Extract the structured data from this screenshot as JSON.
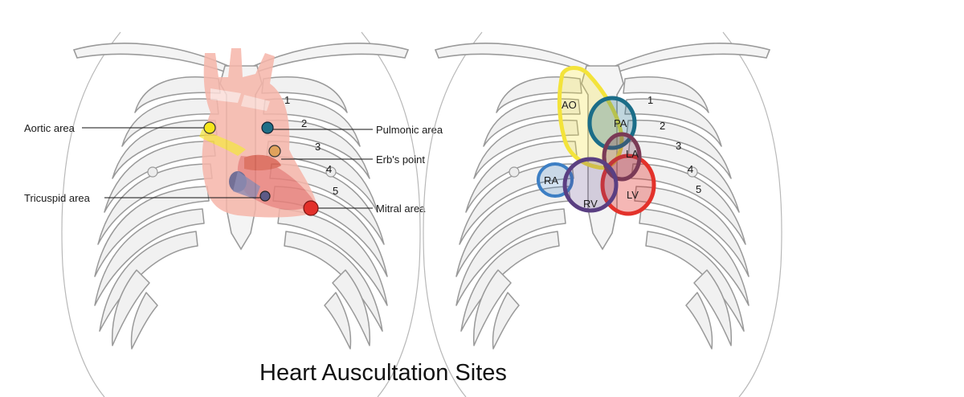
{
  "caption": "Heart Auscultation Sites",
  "left_figure": {
    "site_labels": {
      "aortic": "Aortic area",
      "pulmonic": "Pulmonic area",
      "erbs": "Erb's point",
      "tricuspid": "Tricuspid area",
      "mitral": "Mitral area"
    },
    "intercostal_numbers": [
      "1",
      "2",
      "3",
      "4",
      "5"
    ],
    "site_colors": {
      "aortic": "#f5e61c",
      "pulmonic": "#1f6f87",
      "erbs": "#e0a25c",
      "tricuspid": "#5d5a86",
      "mitral": "#e2302a"
    }
  },
  "right_figure": {
    "chamber_labels": {
      "ao": "AO",
      "pa": "PA",
      "la": "LA",
      "ra": "RA",
      "rv": "RV",
      "lv": "LV"
    },
    "intercostal_numbers": [
      "1",
      "2",
      "3",
      "4",
      "5"
    ],
    "chamber_colors": {
      "ao": "#f3e33a",
      "pa": "#1b6d88",
      "la": "#7a3a56",
      "ra": "#3d7fc4",
      "rv": "#5a3f82",
      "lv": "#e3322b"
    }
  }
}
